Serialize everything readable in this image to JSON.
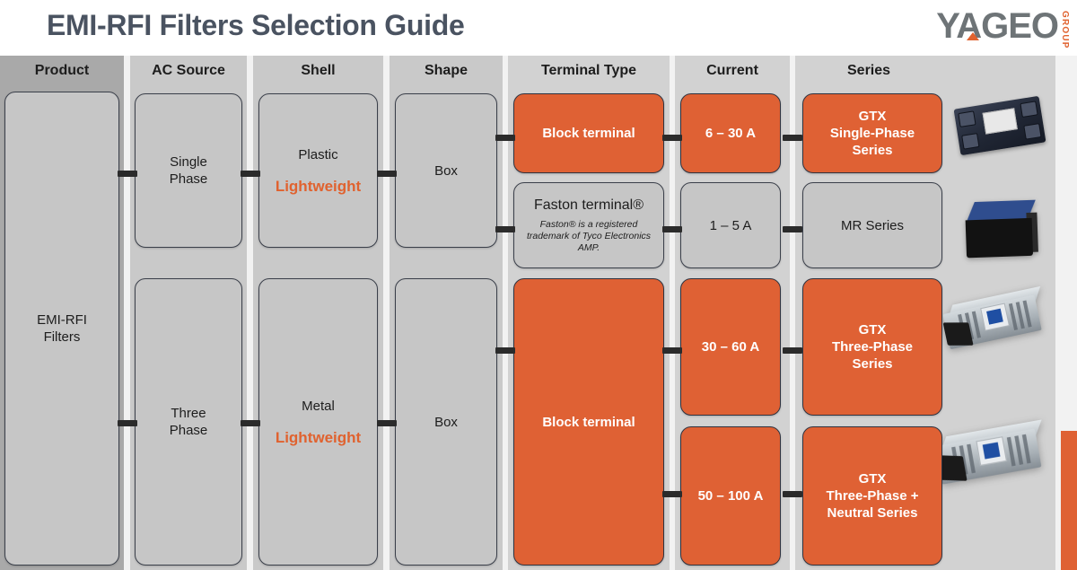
{
  "header": {
    "title": "EMI-RFI Filters Selection Guide",
    "logo": {
      "word": "YAGEO",
      "sub": "GROUP",
      "accent": "#e0622f"
    }
  },
  "theme": {
    "orange": "#df6134",
    "highlight_orange": "#e0622f",
    "grey_box": "#c6c6c6",
    "title_color": "#4a5361",
    "connector": "#2b2b2b"
  },
  "columns": [
    {
      "key": "product",
      "label": "Product"
    },
    {
      "key": "ac",
      "label": "AC Source"
    },
    {
      "key": "shell",
      "label": "Shell"
    },
    {
      "key": "shape",
      "label": "Shape"
    },
    {
      "key": "terminal",
      "label": "Terminal Type"
    },
    {
      "key": "current",
      "label": "Current"
    },
    {
      "key": "series",
      "label": "Series"
    }
  ],
  "nodes": {
    "product": {
      "label": "EMI-RFI\nFilters"
    },
    "ac_single": {
      "label": "Single\nPhase"
    },
    "ac_three": {
      "label": "Three\nPhase"
    },
    "shell_plastic": {
      "label": "Plastic",
      "highlight": "Lightweight"
    },
    "shell_metal": {
      "label": "Metal",
      "highlight": "Lightweight"
    },
    "shape_top": {
      "label": "Box"
    },
    "shape_bottom": {
      "label": "Box"
    },
    "term_block_top": {
      "label": "Block terminal"
    },
    "term_faston": {
      "label": "Faston terminal®",
      "note": "Faston® is a registered trademark of Tyco Electronics AMP."
    },
    "term_block_bottom": {
      "label": "Block terminal"
    },
    "cur_6_30": {
      "label": "6 – 30 A"
    },
    "cur_1_5": {
      "label": "1 – 5 A"
    },
    "cur_30_60": {
      "label": "30 – 60 A"
    },
    "cur_50_100": {
      "label": "50 – 100 A"
    },
    "ser_gtx_single": {
      "label": "GTX\nSingle-Phase\nSeries"
    },
    "ser_mr": {
      "label": "MR Series"
    },
    "ser_gtx_three": {
      "label": "GTX\nThree-Phase\nSeries"
    },
    "ser_gtx_three_n": {
      "label": "GTX\nThree-Phase +\nNeutral Series"
    }
  },
  "photos": [
    {
      "name": "gtx-single-phase-filter-photo"
    },
    {
      "name": "mr-series-filter-photo"
    },
    {
      "name": "gtx-three-phase-filter-photo"
    },
    {
      "name": "gtx-three-phase-neutral-filter-photo"
    }
  ]
}
